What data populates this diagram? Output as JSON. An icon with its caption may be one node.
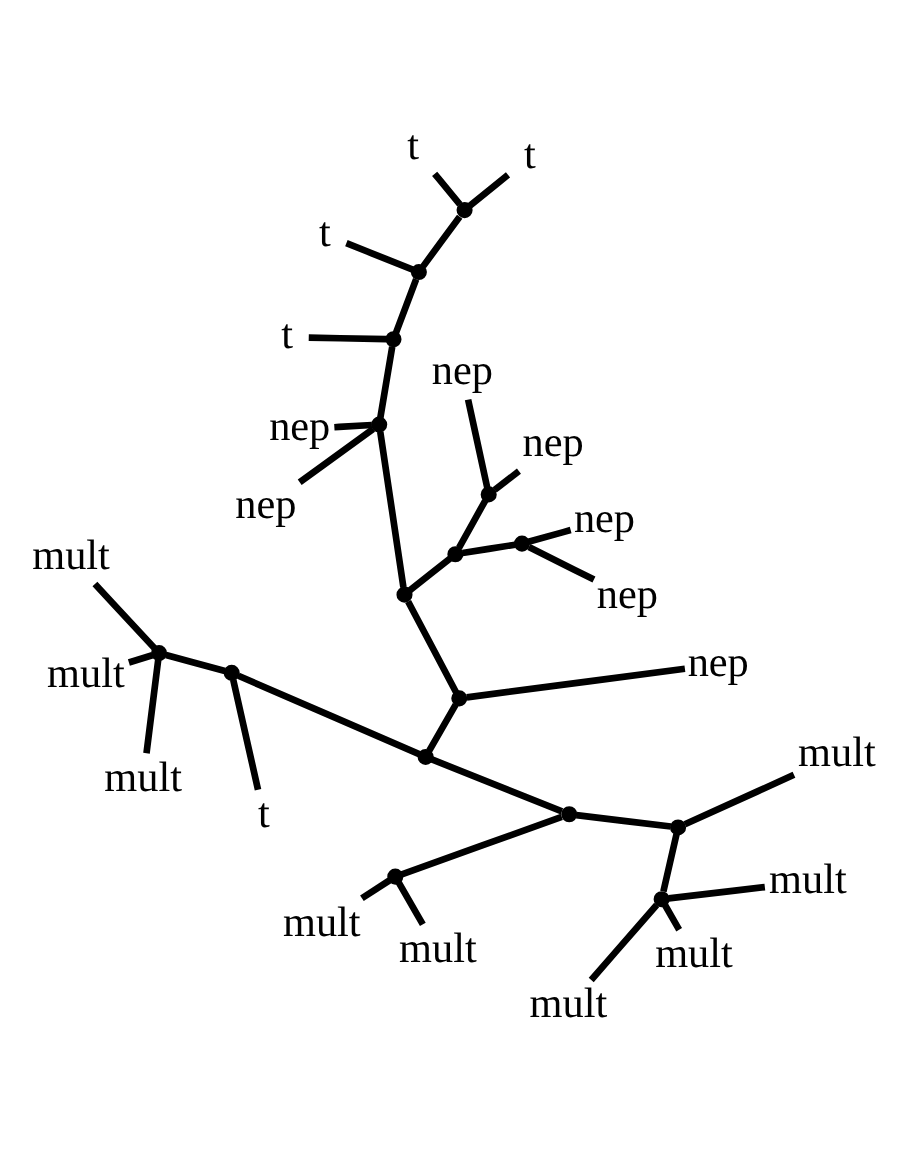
{
  "diagram": {
    "nodes": [
      {
        "text": [],
        "shape": "point"
      },
      {
        "text": [],
        "shape": "point"
      },
      {
        "text": [],
        "shape": "point"
      },
      {
        "text": [],
        "shape": "point"
      },
      {
        "text": [],
        "shape": "point"
      },
      {
        "text": [],
        "shape": "point"
      },
      {
        "text": [],
        "shape": "point"
      },
      {
        "text": [],
        "shape": "point"
      },
      {
        "text": [],
        "shape": "point"
      },
      {
        "text": [],
        "shape": "point"
      },
      {
        "text": [],
        "shape": "point"
      },
      {
        "text": [],
        "shape": "point"
      },
      {
        "text": [],
        "shape": "point"
      },
      {
        "text": [],
        "shape": "point"
      },
      {
        "text": [],
        "shape": "point"
      },
      {
        "text": [],
        "shape": "point"
      },
      {
        "text": [
          "nep"
        ]
      },
      {
        "text": [
          "nep"
        ]
      },
      {
        "text": [
          "nep"
        ]
      },
      {
        "text": [
          "nep"
        ]
      },
      {
        "text": [
          "nep"
        ]
      },
      {
        "text": [
          "nep"
        ]
      },
      {
        "text": [
          "t"
        ]
      },
      {
        "text": [
          "t"
        ]
      },
      {
        "text": [
          "t"
        ]
      },
      {
        "text": [
          "t"
        ]
      },
      {
        "text": [
          "nep"
        ]
      },
      {
        "text": [
          "t"
        ]
      },
      {
        "text": [
          "mult"
        ]
      },
      {
        "text": [
          "mult"
        ]
      },
      {
        "text": [
          "mult"
        ]
      },
      {
        "text": [
          "mult"
        ]
      },
      {
        "text": [
          "mult"
        ]
      },
      {
        "text": [
          "mult"
        ]
      },
      {
        "text": [
          "mult"
        ]
      },
      {
        "text": [
          "mult"
        ]
      },
      {
        "text": [
          "mult"
        ]
      }
    ],
    "edges": [
      {
        "from": 0,
        "to": 1,
        "arrow": "none"
      },
      {
        "from": 0,
        "to": 2,
        "arrow": "none"
      },
      {
        "from": 0,
        "to": 3,
        "arrow": "none"
      },
      {
        "from": 1,
        "to": 16,
        "arrow": "none"
      },
      {
        "from": 1,
        "to": 17,
        "arrow": "none"
      },
      {
        "from": 2,
        "to": 18,
        "arrow": "none"
      },
      {
        "from": 2,
        "to": 19,
        "arrow": "none"
      },
      {
        "from": 3,
        "to": 4,
        "arrow": "none"
      },
      {
        "from": 3,
        "to": 5,
        "arrow": "none"
      },
      {
        "from": 4,
        "to": 20,
        "arrow": "none"
      },
      {
        "from": 4,
        "to": 21,
        "arrow": "none"
      },
      {
        "from": 4,
        "to": 6,
        "arrow": "none"
      },
      {
        "from": 6,
        "to": 22,
        "arrow": "none"
      },
      {
        "from": 6,
        "to": 7,
        "arrow": "none"
      },
      {
        "from": 7,
        "to": 23,
        "arrow": "none"
      },
      {
        "from": 7,
        "to": 8,
        "arrow": "none"
      },
      {
        "from": 8,
        "to": 24,
        "arrow": "none"
      },
      {
        "from": 8,
        "to": 25,
        "arrow": "none"
      },
      {
        "from": 5,
        "to": 26,
        "arrow": "none"
      },
      {
        "from": 5,
        "to": 9,
        "arrow": "none"
      },
      {
        "from": 9,
        "to": 10,
        "arrow": "none"
      },
      {
        "from": 10,
        "to": 27,
        "arrow": "none"
      },
      {
        "from": 10,
        "to": 11,
        "arrow": "none"
      },
      {
        "from": 11,
        "to": 28,
        "arrow": "none"
      },
      {
        "from": 11,
        "to": 29,
        "arrow": "none"
      },
      {
        "from": 11,
        "to": 30,
        "arrow": "none"
      },
      {
        "from": 9,
        "to": 12,
        "arrow": "none"
      },
      {
        "from": 12,
        "to": 13,
        "arrow": "none"
      },
      {
        "from": 13,
        "to": 31,
        "arrow": "none"
      },
      {
        "from": 13,
        "to": 32,
        "arrow": "none"
      },
      {
        "from": 12,
        "to": 14,
        "arrow": "none"
      },
      {
        "from": 14,
        "to": 33,
        "arrow": "none"
      },
      {
        "from": 14,
        "to": 15,
        "arrow": "none"
      },
      {
        "from": 15,
        "to": 34,
        "arrow": "none"
      },
      {
        "from": 15,
        "to": 35,
        "arrow": "none"
      },
      {
        "from": 15,
        "to": 36,
        "arrow": "none"
      }
    ]
  }
}
